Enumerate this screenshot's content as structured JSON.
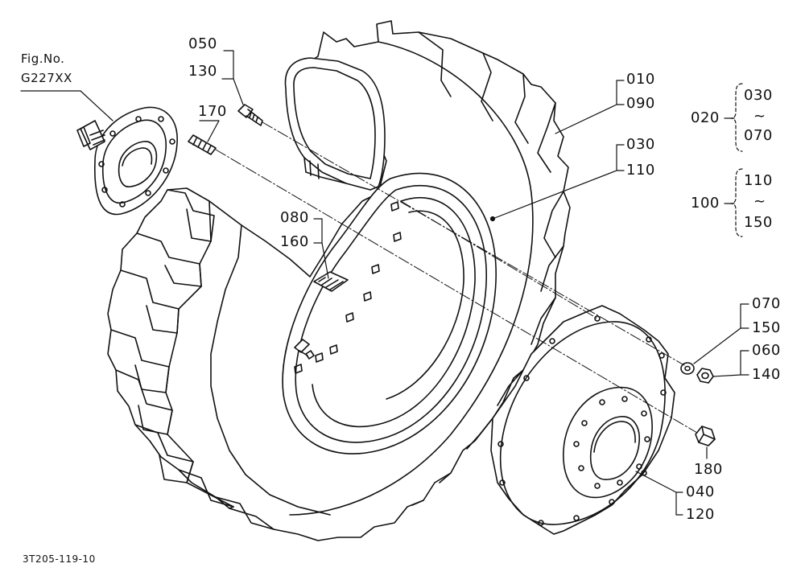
{
  "figure_ref": {
    "line1": "Fig.No.",
    "line2": "G227XX"
  },
  "callouts": {
    "c050": "050",
    "c130": "130",
    "c170": "170",
    "c010": "010",
    "c090": "090",
    "c030a": "030",
    "c110a": "110",
    "c080": "080",
    "c160": "160",
    "c070": "070",
    "c150": "150",
    "c060": "060",
    "c140": "140",
    "c180": "180",
    "c040": "040",
    "c120": "120"
  },
  "groups": {
    "g020": {
      "id": "020",
      "from": "030",
      "range": "~",
      "to": "070"
    },
    "g100": {
      "id": "100",
      "from": "110",
      "range": "~",
      "to": "150"
    }
  },
  "drawing_code": "3T205-119-10"
}
